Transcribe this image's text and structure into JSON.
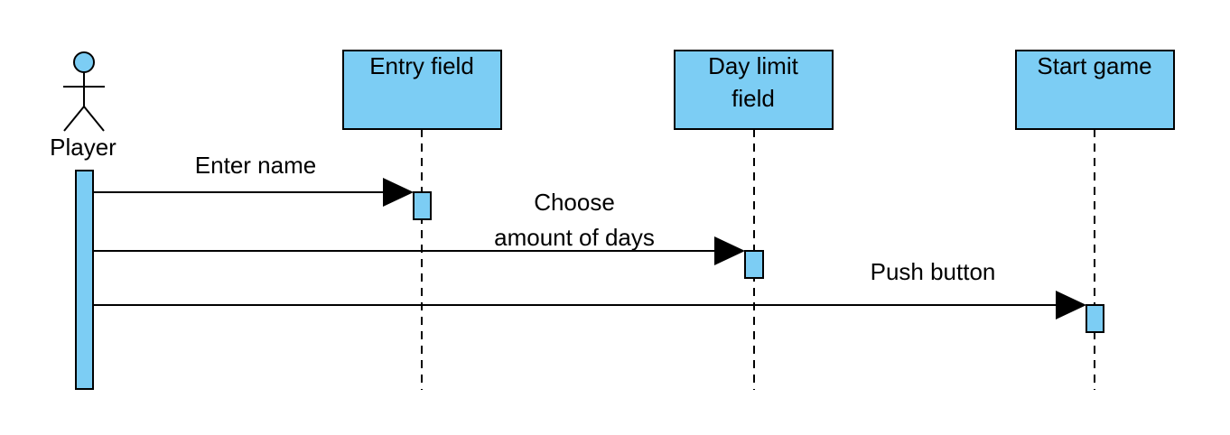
{
  "diagram": {
    "actor": {
      "label": "Player"
    },
    "participants": [
      {
        "label_lines": [
          "Entry field"
        ]
      },
      {
        "label_lines": [
          "Day limit",
          "field"
        ]
      },
      {
        "label_lines": [
          "Start game"
        ]
      }
    ],
    "messages": [
      {
        "label_lines": [
          "Enter name"
        ],
        "to": 0
      },
      {
        "label_lines": [
          "Choose",
          "amount of days"
        ],
        "to": 1
      },
      {
        "label_lines": [
          "Push button"
        ],
        "to": 2
      }
    ],
    "colors": {
      "fill": "#7ccdf4",
      "stroke": "#000000",
      "background": "#ffffff"
    }
  }
}
